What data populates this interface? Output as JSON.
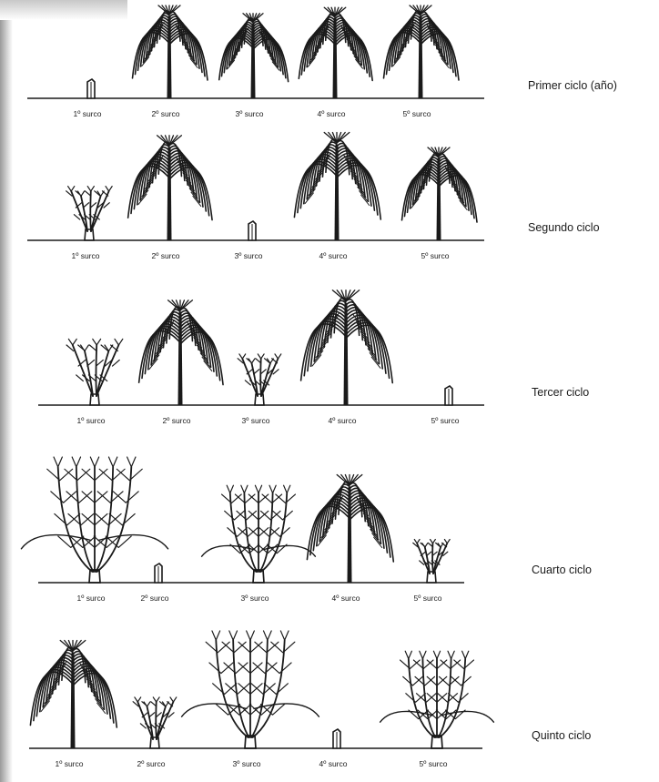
{
  "cycles": [
    {
      "label": "Primer ciclo (año)",
      "furrows": [
        {
          "label": "1º surco",
          "stage": "stump"
        },
        {
          "label": "2º surco",
          "stage": "mature"
        },
        {
          "label": "3º surco",
          "stage": "mature"
        },
        {
          "label": "4º surco",
          "stage": "mature"
        },
        {
          "label": "5º surco",
          "stage": "mature"
        }
      ]
    },
    {
      "label": "Segundo ciclo",
      "furrows": [
        {
          "label": "1º surco",
          "stage": "sprout"
        },
        {
          "label": "2º surco",
          "stage": "mature"
        },
        {
          "label": "3º surco",
          "stage": "stump"
        },
        {
          "label": "4º surco",
          "stage": "mature"
        },
        {
          "label": "5º surco",
          "stage": "mature"
        }
      ]
    },
    {
      "label": "Tercer ciclo",
      "furrows": [
        {
          "label": "1º surco",
          "stage": "sprout"
        },
        {
          "label": "2º surco",
          "stage": "mature"
        },
        {
          "label": "3º surco",
          "stage": "sprout"
        },
        {
          "label": "4º surco",
          "stage": "mature"
        },
        {
          "label": "5º surco",
          "stage": "stump"
        }
      ]
    },
    {
      "label": "Cuarto ciclo",
      "furrows": [
        {
          "label": "1º surco",
          "stage": "growing"
        },
        {
          "label": "2º surco",
          "stage": "stump"
        },
        {
          "label": "3º surco",
          "stage": "growing"
        },
        {
          "label": "4º surco",
          "stage": "mature"
        },
        {
          "label": "5º surco",
          "stage": "sprout"
        }
      ]
    },
    {
      "label": "Quinto ciclo",
      "furrows": [
        {
          "label": "1º surco",
          "stage": "mature"
        },
        {
          "label": "2º surco",
          "stage": "sprout"
        },
        {
          "label": "3º surco",
          "stage": "growing"
        },
        {
          "label": "4º surco",
          "stage": "stump"
        },
        {
          "label": "5º surco",
          "stage": "growing"
        }
      ]
    }
  ],
  "colors": {
    "ink": "#1a1a1a",
    "background": "#ffffff"
  }
}
